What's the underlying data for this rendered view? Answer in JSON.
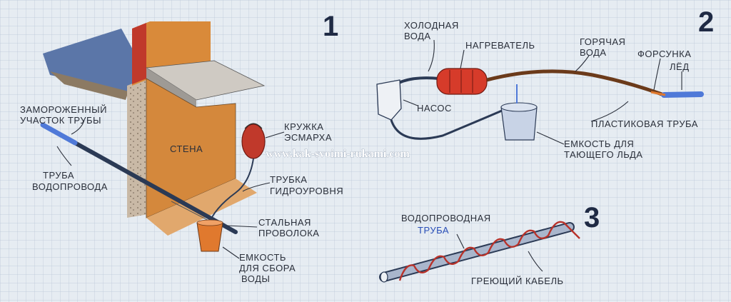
{
  "watermark": "www.kak-svoimi-rukami.com",
  "figure1": {
    "number": "1",
    "labels": {
      "frozen_1": "ЗАМОРОЖЕННЫЙ",
      "frozen_2": "УЧАСТОК ТРУБЫ",
      "pipe_1": "ТРУБА",
      "pipe_2": "ВОДОПРОВОДА",
      "wall": "СТЕНА",
      "mug_1": "КРУЖКА",
      "mug_2": "ЭСМАРХА",
      "tube_1": "ТРУБКА",
      "tube_2": "ГИДРОУРОВНЯ",
      "wire_1": "СТАЛЬНАЯ",
      "wire_2": "ПРОВОЛОКА",
      "tank_1": "ЕМКОСТЬ",
      "tank_2": "ДЛЯ СБОРА",
      "tank_3": "ВОДЫ"
    }
  },
  "figure2": {
    "number": "2",
    "labels": {
      "cold_1": "ХОЛОДНАЯ",
      "cold_2": "ВОДА",
      "heater": "НАГРЕВАТЕЛЬ",
      "hot_1": "ГОРЯЧАЯ",
      "hot_2": "ВОДА",
      "nozzle": "ФОРСУНКА",
      "ice": "ЛЁД",
      "pump": "НАСОС",
      "plastic": "ПЛАСТИКОВАЯ ТРУБА",
      "ice_tank_1": "ЕМКОСТЬ ДЛЯ",
      "ice_tank_2": "ТАЮЩЕГО ЛЬДА"
    }
  },
  "figure3": {
    "number": "3",
    "labels": {
      "pipe_1": "ВОДОПРОВОДНАЯ",
      "pipe_2": "ТРУБА",
      "cable": "ГРЕЮЩИЙ КАБЕЛЬ"
    }
  }
}
